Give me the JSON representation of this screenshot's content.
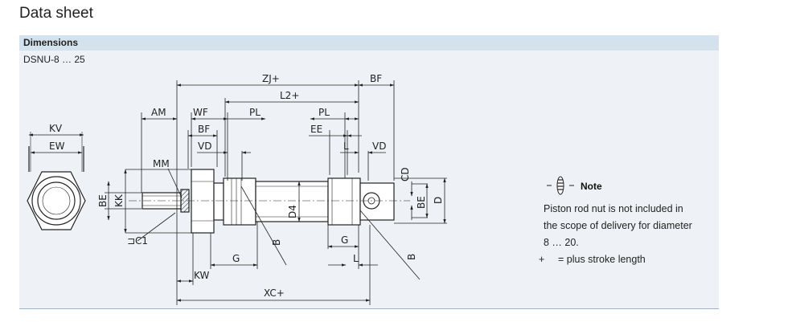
{
  "page": {
    "title": "Data sheet"
  },
  "section": {
    "header": "Dimensions",
    "subtitle": "DSNU-8 … 25"
  },
  "drawing": {
    "labels": {
      "kv": "KV",
      "ew": "EW",
      "am": "AM",
      "wf": "WF",
      "bf_top": "BF",
      "bf_left": "BF",
      "pl_left": "PL",
      "pl_right": "PL",
      "zj": "ZJ+",
      "l2": "L2+",
      "ee": "EE",
      "vd_left": "VD",
      "vd_right": "VD",
      "l_right": "L",
      "mm": "MM",
      "be_left": "BE",
      "kk": "KK",
      "d4": "D4",
      "cd": "CD",
      "be_right": "BE",
      "d": "D",
      "b_left": "B",
      "b_right": "B",
      "g_left": "G",
      "g_right": "G",
      "l_bottom": "L",
      "kw": "KW",
      "xc": "XC+",
      "c1": "⊐C1"
    }
  },
  "note": {
    "title": "Note",
    "text": "Piston rod nut is not included in the scope of delivery for diameter 8 … 20."
  },
  "legend": {
    "symbol": "+",
    "text": "= plus stroke length"
  }
}
